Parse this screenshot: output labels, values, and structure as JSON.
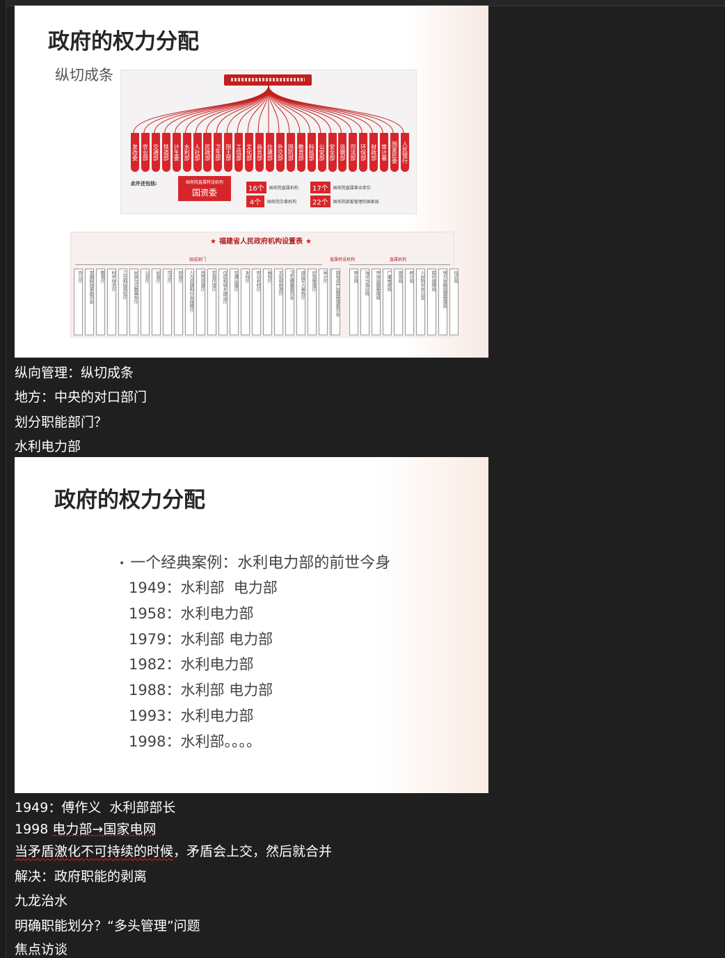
{
  "slide1": {
    "title": "政府的权力分配",
    "subtitle": "纵切成条",
    "ministries": [
      "发改委",
      "农业部",
      "交通部",
      "铁道部",
      "计生委",
      "水利部",
      "人社部",
      "民政部",
      "卫生部",
      "国土部",
      "工信部",
      "文化部",
      "商务部",
      "住建部",
      "外交部",
      "国防部",
      "教育部",
      "科技部",
      "公安部",
      "安全部",
      "监察部",
      "司法部",
      "环保部",
      "财政部",
      "审计署",
      "国家民委",
      "人民银行"
    ],
    "also_label": "此外还包括:",
    "sasac_small": "国务院直属特设机构",
    "sasac_big": "国资委",
    "stats": [
      {
        "num": "16个",
        "label": "国务院直属机构"
      },
      {
        "num": "4个",
        "label": "国务院办事机构"
      },
      {
        "num": "17个",
        "label": "国务院直属事业单位"
      },
      {
        "num": "22个",
        "label": "国务院部委管理的国家局"
      }
    ],
    "fujian_title": "福建省人民政府机构设置表",
    "groups": [
      "组成部门",
      "直属特设机构",
      "直属机构"
    ],
    "fujian_depts": [
      "办公厅",
      "发展和改革委员会",
      "教育厅",
      "科学技术厅",
      "工业和信息化厅",
      "民族与宗教事务厅",
      "公安厅",
      "民政厅",
      "司法厅",
      "财政厅",
      "人力资源和社会保障厅",
      "自然资源厅",
      "生态环境厅",
      "住房和城乡建设厅",
      "交通运输厅",
      "水利厅",
      "农业农村厅",
      "商务厅",
      "文化和旅游厅",
      "卫生健康委员会",
      "退役军人事务厅",
      "应急管理厅",
      "审计厅",
      "外事办公室"
    ],
    "fujian_special": [
      "国有资产监督管理委员会"
    ],
    "fujian_direct": [
      "林业局",
      "海洋与渔业局",
      "市场监督管理局",
      "广播电视局",
      "体育局",
      "统计局",
      "人民防空办公室",
      "医疗保障局",
      "地方金融监督管理局",
      "信访局"
    ]
  },
  "notes1": [
    "纵向管理：纵切成条",
    "地方：中央的对口部门",
    "划分职能部门？",
    "水利电力部"
  ],
  "slide2": {
    "title": "政府的权力分配",
    "case": "一个经典案例：水利电力部的前世今身",
    "timeline": [
      "1949：水利部  电力部",
      "1958：水利电力部",
      "1979：水利部 电力部",
      "1982：水利电力部",
      "1988：水利部 电力部",
      "1993：水利电力部",
      "1998：水利部。。。。"
    ]
  },
  "notes2": [
    {
      "pre": "1949：傅作义  水利部部长",
      "mark": "",
      "post": ""
    },
    {
      "pre": "1998 ",
      "mark": "电力部→国家电网",
      "post": ""
    },
    {
      "pre": "",
      "mark": "当矛盾激化不可持续的时候",
      "post": "，矛盾会上交，然后就合并"
    },
    {
      "pre": "解决：政府职能的剥离",
      "mark": "",
      "post": ""
    },
    {
      "pre": "九龙治水",
      "mark": "",
      "post": ""
    },
    {
      "pre": "明确职能划分？“多头管理”问题",
      "mark": "",
      "post": ""
    },
    {
      "pre": "焦点访谈",
      "mark": "",
      "post": ""
    }
  ]
}
